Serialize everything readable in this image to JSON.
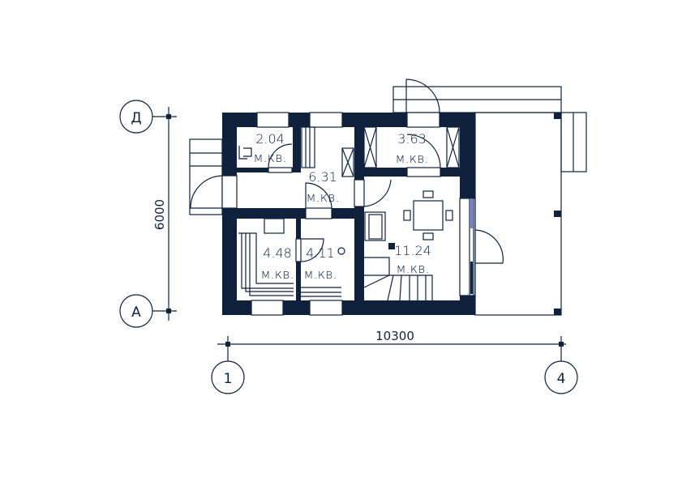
{
  "title": "Floor plan",
  "rooms": [
    {
      "area": "2.04",
      "unit": "м.кв."
    },
    {
      "area": "6.31",
      "unit": "м.кв."
    },
    {
      "area": "3.63",
      "unit": "м.кв."
    },
    {
      "area": "4.48",
      "unit": "м.кв."
    },
    {
      "area": "4.11",
      "unit": "м.кв."
    },
    {
      "area": "11.24",
      "unit": "м.кв."
    }
  ],
  "dimensions": {
    "width": "10300",
    "depth": "6000"
  },
  "axes": {
    "top": "Д",
    "bottom": "А",
    "left": "1",
    "right": "4"
  },
  "colors": {
    "wall": "#0f213d",
    "glass": "#7b7fc4"
  }
}
